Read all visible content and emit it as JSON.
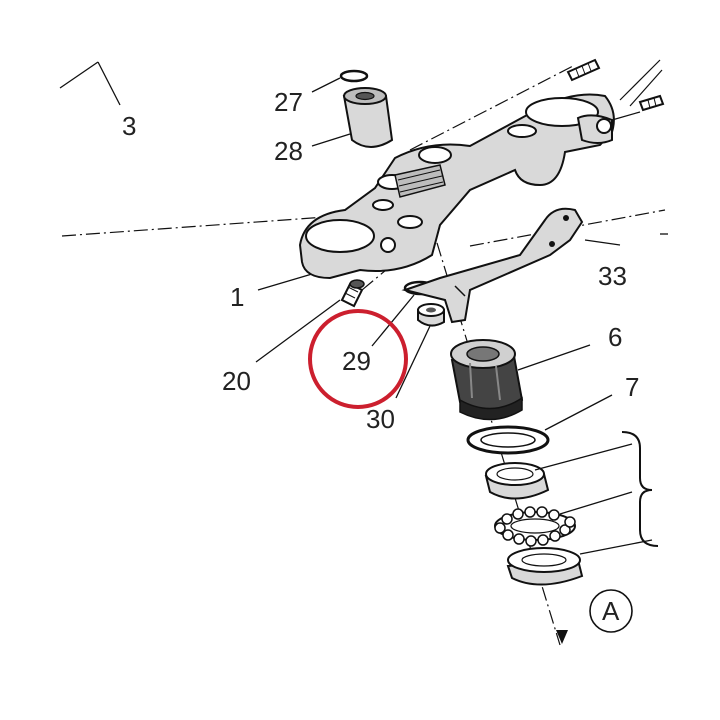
{
  "labels": {
    "l3": "3",
    "l27": "27",
    "l28": "28",
    "l1": "1",
    "l20": "20",
    "l29": "29",
    "l30": "30",
    "l6": "6",
    "l7": "7",
    "l33": "33",
    "lA": "A"
  },
  "highlight": {
    "target": "29",
    "color": "#cc1f2e"
  }
}
